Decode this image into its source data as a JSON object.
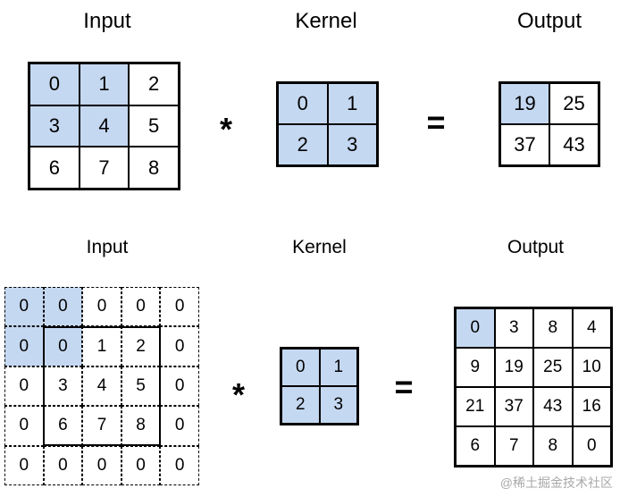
{
  "top": {
    "input_label": "Input",
    "kernel_label": "Kernel",
    "output_label": "Output",
    "input": [
      [
        "0",
        "1",
        "2"
      ],
      [
        "3",
        "4",
        "5"
      ],
      [
        "6",
        "7",
        "8"
      ]
    ],
    "kernel": [
      [
        "0",
        "1"
      ],
      [
        "2",
        "3"
      ]
    ],
    "output": [
      [
        "19",
        "25"
      ],
      [
        "37",
        "43"
      ]
    ],
    "conv_symbol": "*",
    "eq_symbol": "="
  },
  "bottom": {
    "input_label": "Input",
    "kernel_label": "Kernel",
    "output_label": "Output",
    "input": [
      [
        "0",
        "0",
        "0",
        "0",
        "0"
      ],
      [
        "0",
        "0",
        "1",
        "2",
        "0"
      ],
      [
        "0",
        "3",
        "4",
        "5",
        "0"
      ],
      [
        "0",
        "6",
        "7",
        "8",
        "0"
      ],
      [
        "0",
        "0",
        "0",
        "0",
        "0"
      ]
    ],
    "kernel": [
      [
        "0",
        "1"
      ],
      [
        "2",
        "3"
      ]
    ],
    "output": [
      [
        "0",
        "3",
        "8",
        "4"
      ],
      [
        "9",
        "19",
        "25",
        "10"
      ],
      [
        "21",
        "37",
        "43",
        "16"
      ],
      [
        "6",
        "7",
        "8",
        "0"
      ]
    ],
    "conv_symbol": "*",
    "eq_symbol": "="
  },
  "watermark": "@稀土掘金技术社区",
  "highlight_color": "#c5d8f1"
}
